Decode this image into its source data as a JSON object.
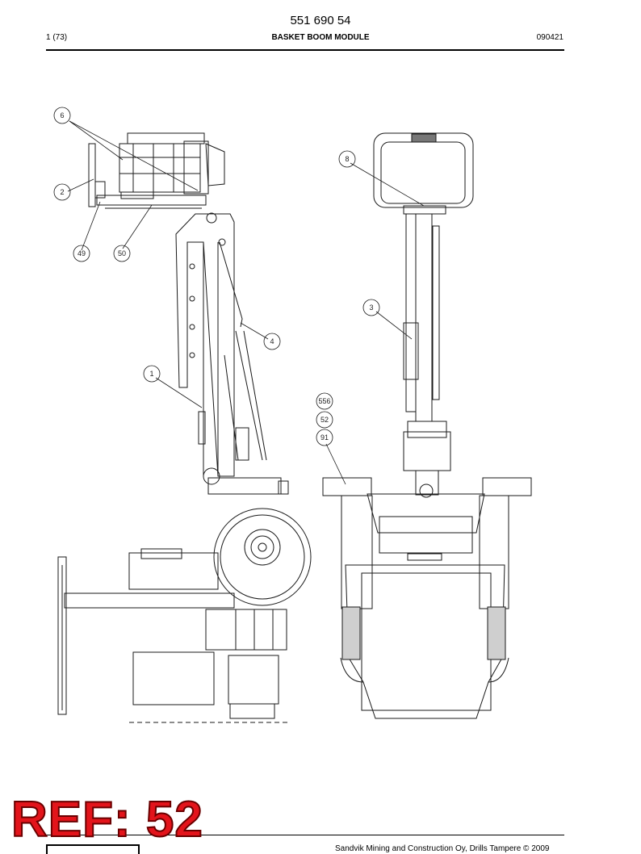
{
  "header": {
    "doc_number": "551 690 54",
    "page": "1 (73)",
    "title": "BASKET BOOM MODULE",
    "date": "090421"
  },
  "callouts": {
    "c6": "6",
    "c2": "2",
    "c49": "49",
    "c50": "50",
    "c4": "4",
    "c1": "1",
    "c8": "8",
    "c3": "3",
    "c556": "556",
    "c52": "52",
    "c91": "91"
  },
  "stamp": {
    "text": "REF: 52"
  },
  "footer": {
    "copyright": "Sandvik Mining and Construction Oy, Drills Tampere © 2009"
  }
}
